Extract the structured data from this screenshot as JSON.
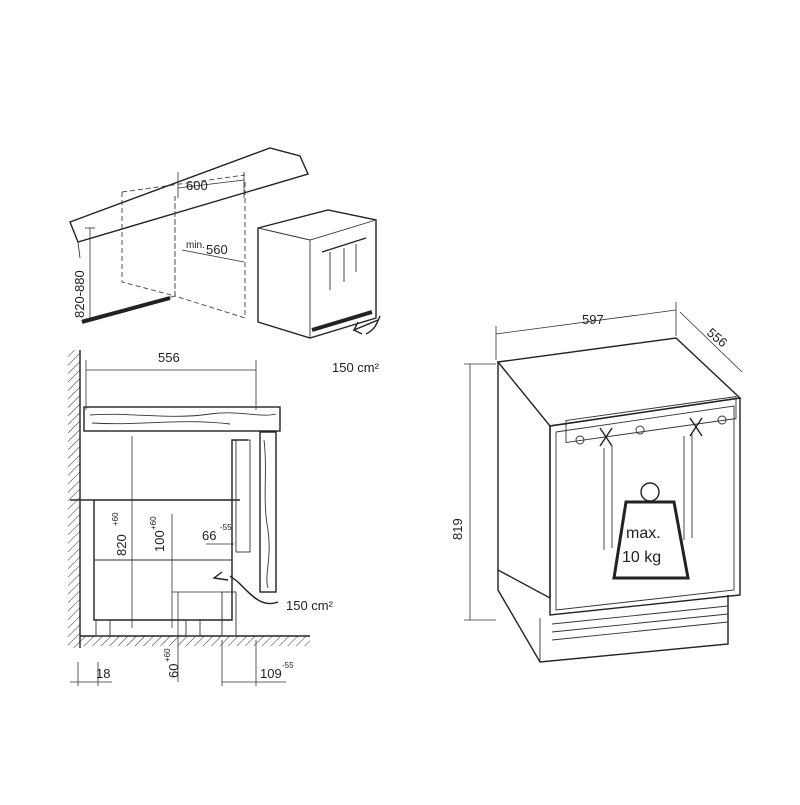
{
  "diagram": {
    "top_view": {
      "width_label": "600",
      "min_prefix": "min.",
      "min_value": "560",
      "height_range": "820-880",
      "vent_area": "150 cm²"
    },
    "section_view": {
      "depth": "556",
      "height_base": "820",
      "height_tol": "+60",
      "vent_base": "100",
      "vent_tol": "+60",
      "gap_base": "66",
      "gap_tol": "-55",
      "plinth_base": "60",
      "plinth_tol": "+60",
      "foot_offset": "18",
      "rear_base": "109",
      "rear_tol": "-55",
      "vent_area": "150 cm²"
    },
    "appliance_view": {
      "width": "597",
      "depth": "556",
      "height": "819",
      "load_line1": "max.",
      "load_line2": "10 kg"
    }
  }
}
